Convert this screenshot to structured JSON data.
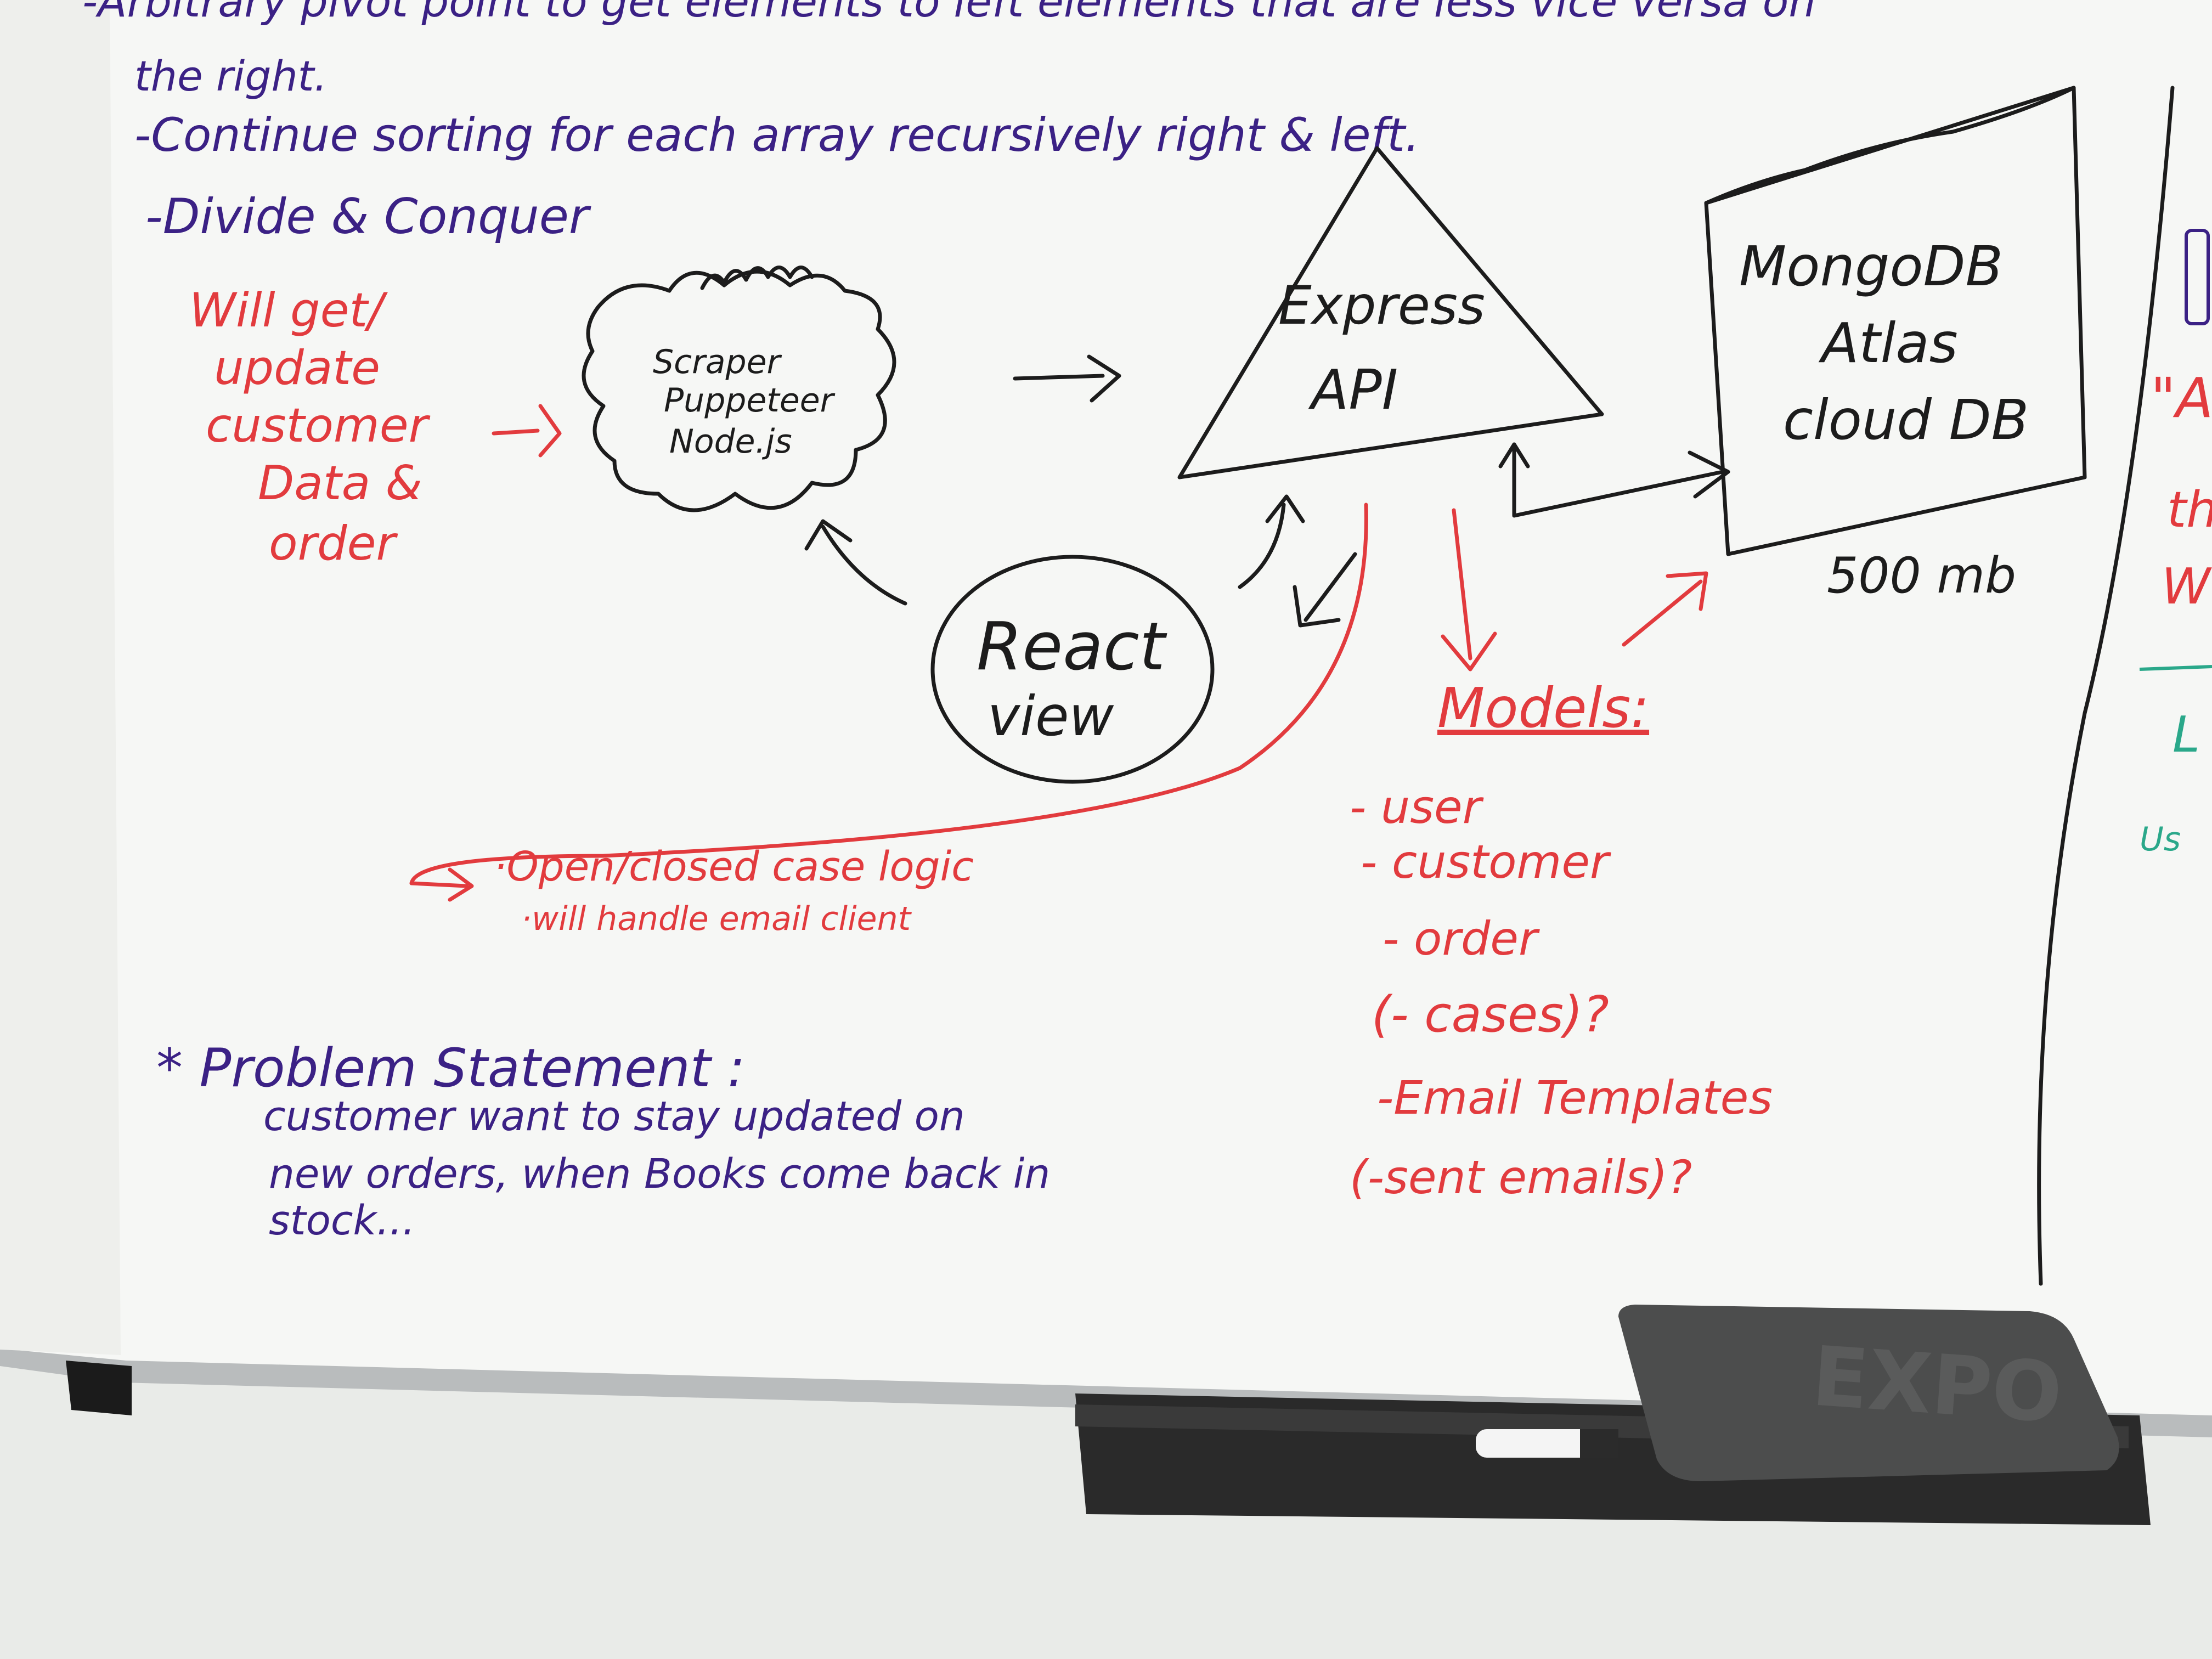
{
  "whiteboard": {
    "top_notes": [
      "-Arbitrary pivot point to get elements to left elements that are less vice versa on",
      "the right.",
      "-Continue sorting for each array recursively right & left.",
      "-Divide & Conquer"
    ],
    "red_note": [
      "Will get/",
      "update",
      "customer",
      "Data &",
      "order"
    ],
    "scraper": [
      "Scraper",
      "Puppeteer",
      "Node.js"
    ],
    "express": [
      "Express",
      "API"
    ],
    "mongodb": [
      "MongoDB",
      "Atlas",
      "cloud DB"
    ],
    "mongodb_size": "500 mb",
    "react": [
      "React",
      "view"
    ],
    "models_title": "Models:",
    "models": [
      "- user",
      "- customer",
      "- order",
      "(- cases)?",
      "-Email Templates",
      "(-sent emails)?"
    ],
    "case_logic": [
      "·Open/closed case logic",
      "·will handle email client"
    ],
    "problem_title": "* Problem Statement :",
    "problem_lines": [
      "customer want to stay updated on",
      "new orders, when Books come back in",
      "stock..."
    ],
    "right_edge": [
      "\"A",
      "th",
      "W",
      "L",
      "Us"
    ]
  },
  "eraser": {
    "embossed_text": "EXPO"
  },
  "colors": {
    "board": "#f6f7f5",
    "purple_ink": "#3b2185",
    "red_ink": "#e23b3e",
    "black_ink": "#1c1c1c",
    "frame": "#b9bcbd",
    "wall": "#e9ebe8",
    "tray": "#2a2a2a",
    "eraser": "#4c4d4d"
  }
}
